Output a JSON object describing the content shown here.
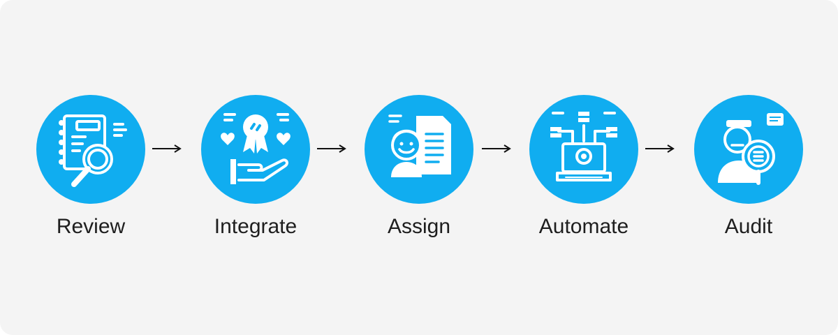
{
  "steps": [
    {
      "label": "Review",
      "icon": "notebook-magnifier-icon"
    },
    {
      "label": "Integrate",
      "icon": "hand-badge-icon"
    },
    {
      "label": "Assign",
      "icon": "person-documents-icon"
    },
    {
      "label": "Automate",
      "icon": "laptop-gear-network-icon"
    },
    {
      "label": "Audit",
      "icon": "inspector-magnifier-icon"
    }
  ],
  "colors": {
    "circle": "#10adf0",
    "background": "#f4f4f4",
    "label": "#1e1e1e",
    "icon": "#ffffff"
  }
}
